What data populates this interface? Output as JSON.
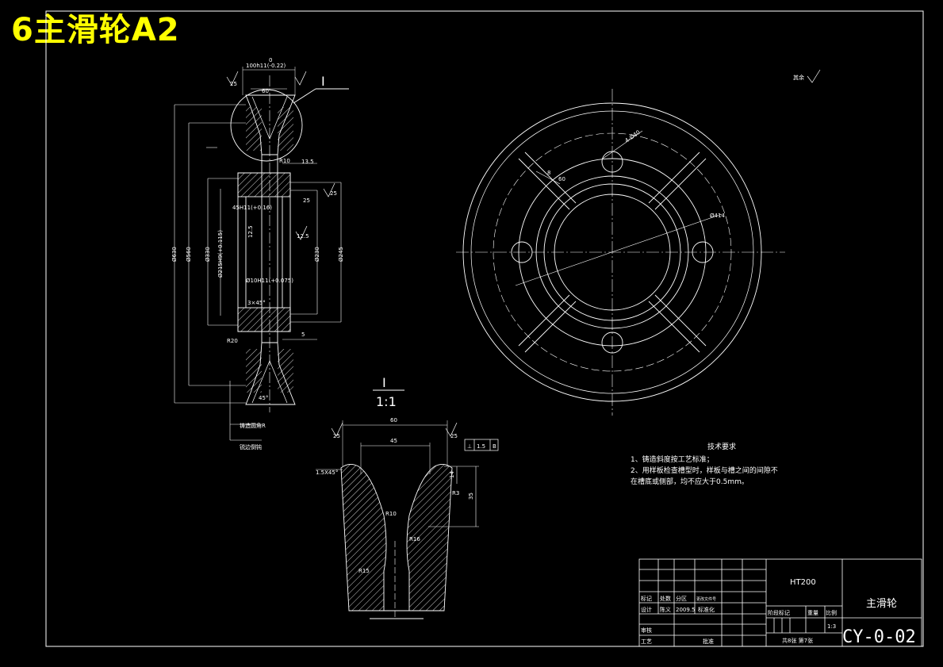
{
  "sheet_title": "6主滑轮A2",
  "roughness_note": "其余",
  "labels": {
    "detail_marker": "I",
    "section_label": "I",
    "section_scale": "1:1"
  },
  "dimensions_main": {
    "top_width": "100h11(-0.22)",
    "top_zero": "0",
    "groove_60": "60",
    "d630": "Ø630",
    "d560": "Ø560",
    "d330": "Ø330",
    "d215": "Ø215H9(+0.115)",
    "d230": "Ø230",
    "d245": "Ø245",
    "bore_45": "45H11(+0.16)",
    "ra_125": "12.5",
    "tol_075": "Ø10H11(+0.075)",
    "dim_135": "13.5",
    "dim_5": "5",
    "r10": "R10",
    "r20": "R20",
    "ra25_a": "25",
    "ra25_b": "25",
    "ra25_c": "25",
    "ra125_b": "12.5",
    "leader_1": "铸造圆角R",
    "leader_2": "锐边倒钝",
    "chamfer": "3×45°",
    "angle_45": "45°"
  },
  "dimensions_section": {
    "width_60": "60",
    "width_45": "45",
    "chamfer": "1.5X45°",
    "h14": "14",
    "h35": "35",
    "r3": "R3",
    "r10": "R10",
    "r15": "R15",
    "r16": "R16",
    "ra_left": "25",
    "ra_right": "25",
    "tolerance_frame": [
      "⊥",
      "1.5",
      "B"
    ]
  },
  "dimensions_front": {
    "bolt": "4-Ø40",
    "r8": "8",
    "d60": "60",
    "d414": "Ø414"
  },
  "tech_requirements": {
    "heading": "技术要求",
    "items": [
      "1、铸造斜度按工艺标准；",
      "2、用样板检查槽型时，样板与槽之间的间隙不",
      "在槽底或侧部，均不应大于0.5mm。"
    ]
  },
  "title_block": {
    "material": "HT200",
    "part_name": "主滑轮",
    "drawing_no": "CY-0-02",
    "scale_value": "1:3",
    "sheet_count": "共8张  第7张",
    "row_labels": {
      "mark": "标记",
      "count": "处数",
      "zone": "分区",
      "doc": "更改文件号",
      "design": "设计",
      "designer": "陈义",
      "date": "2009.5",
      "std": "标准化",
      "review": "审核",
      "craft": "工艺",
      "approve": "批准",
      "stage": "阶段标记",
      "weight": "重量",
      "ratio": "比例"
    }
  },
  "colors": {
    "background": "#000000",
    "line": "#ffffff",
    "title": "#ffff00"
  }
}
